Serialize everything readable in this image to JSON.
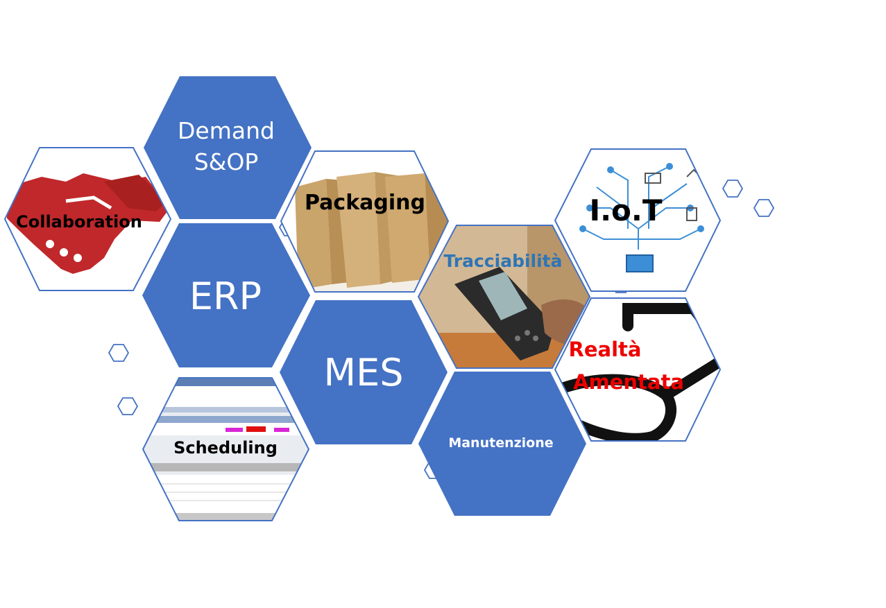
{
  "colors": {
    "hex_fill": "#4472c4",
    "hex_stroke": "#4472c4",
    "white": "#ffffff",
    "black": "#000000",
    "blue_text": "#2e75b6",
    "red_text": "#ee0000",
    "handshake_red": "#c0282b",
    "cardboard": "#c9a46b",
    "iot_blue": "#3c8fd6"
  },
  "hexagons": {
    "demand": {
      "line1": "Demand",
      "line2": "S&OP"
    },
    "erp": {
      "label": "ERP"
    },
    "mes": {
      "label": "MES"
    },
    "manutenzione": {
      "label": "Manutenzione"
    },
    "collaboration": {
      "label": "Collaboration",
      "icon": "handshake-icon"
    },
    "packaging": {
      "label": "Packaging",
      "icon": "cardboard-box-icon"
    },
    "tracciabilita": {
      "label": "Tracciabilità",
      "icon": "barcode-scanner-icon"
    },
    "iot": {
      "label": "I.o.T",
      "icon": "network-devices-icon"
    },
    "realta": {
      "line1": "Realtà",
      "line2": "Amentata",
      "icon": "glasses-icon"
    },
    "scheduling": {
      "label": "Scheduling",
      "icon": "gantt-screen-icon"
    }
  }
}
